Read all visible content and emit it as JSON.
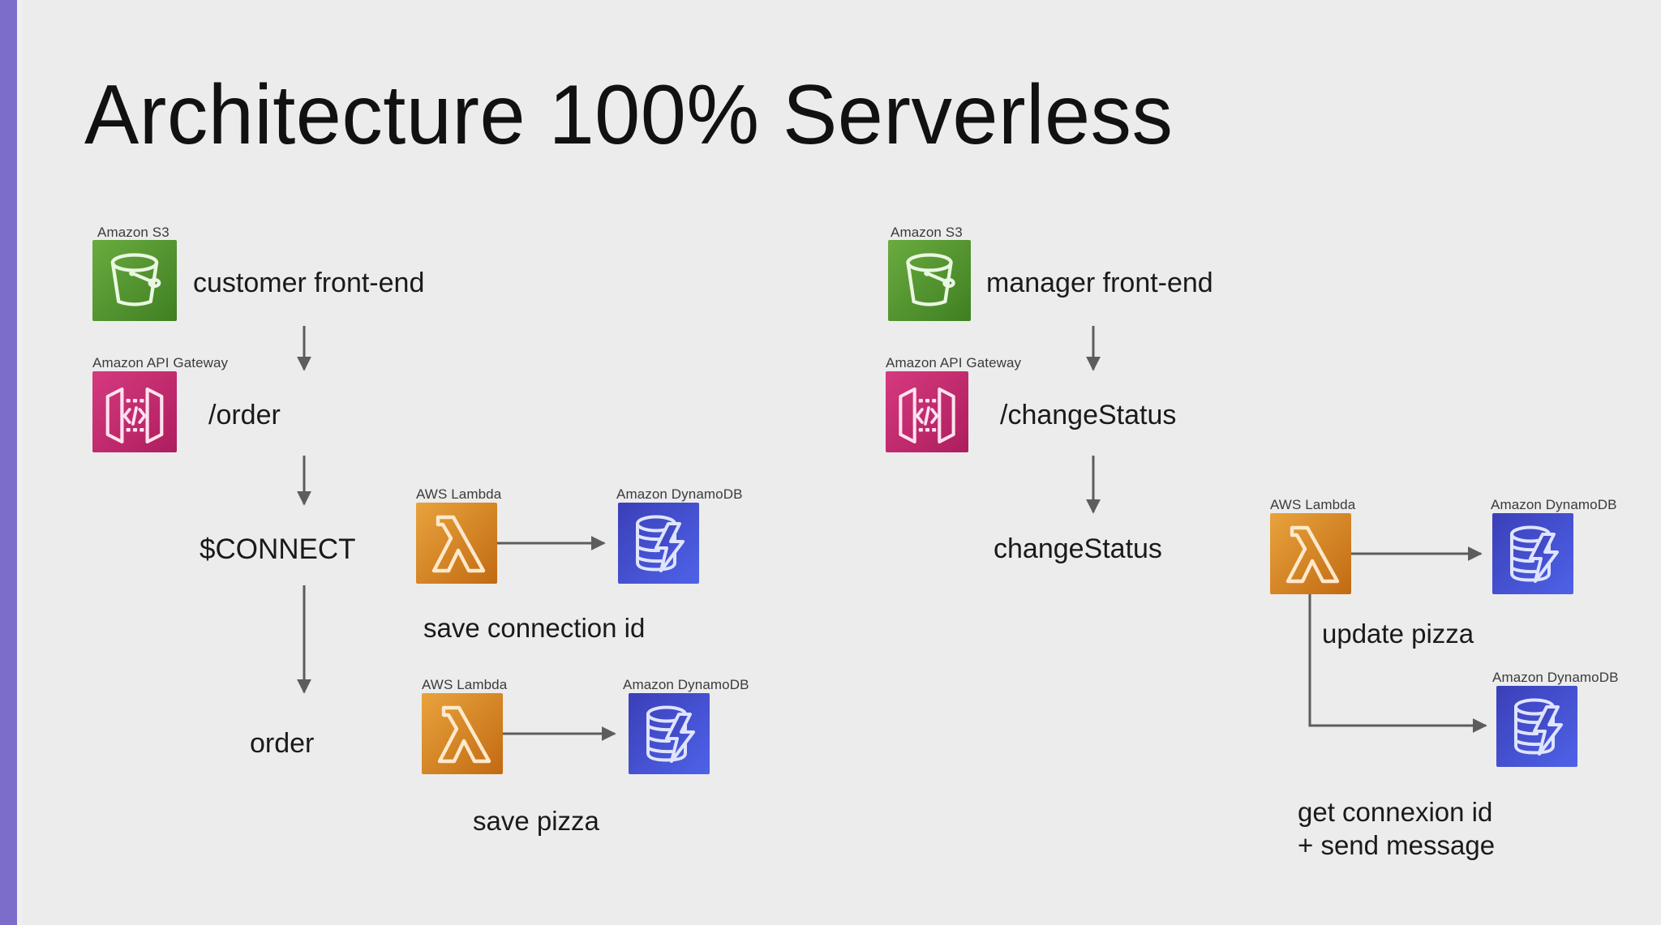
{
  "slide": {
    "title": "Architecture 100% Serverless",
    "background_color": "#ececec",
    "accent_color": "#7d6dca"
  },
  "services": {
    "s3": {
      "label": "Amazon S3",
      "color": "#4f9b34"
    },
    "api_gateway": {
      "label": "Amazon API Gateway",
      "color": "#c9256e"
    },
    "lambda": {
      "label": "AWS Lambda",
      "color": "#d98a1c"
    },
    "dynamodb": {
      "label": "Amazon DynamoDB",
      "color": "#3b49d0"
    }
  },
  "left_column": {
    "s3_label": "Amazon S3",
    "s3_caption": "customer front-end",
    "api_label": "Amazon API Gateway",
    "api_route": "/order",
    "connect": "$CONNECT",
    "order": "order",
    "branch_connect": {
      "lambda_label": "AWS Lambda",
      "dynamo_label": "Amazon DynamoDB",
      "caption": "save connection id"
    },
    "branch_order": {
      "lambda_label": "AWS Lambda",
      "dynamo_label": "Amazon DynamoDB",
      "caption": "save pizza"
    }
  },
  "right_column": {
    "s3_label": "Amazon S3",
    "s3_caption": "manager front-end",
    "api_label": "Amazon API Gateway",
    "api_route": "/changeStatus",
    "handler": "changeStatus",
    "branch": {
      "lambda_label": "AWS Lambda",
      "dynamo_label_top": "Amazon DynamoDB",
      "dynamo_label_bottom": "Amazon DynamoDB",
      "caption_top": "update pizza",
      "caption_bottom_line1": "get connexion id",
      "caption_bottom_line2": "+ send message"
    }
  }
}
